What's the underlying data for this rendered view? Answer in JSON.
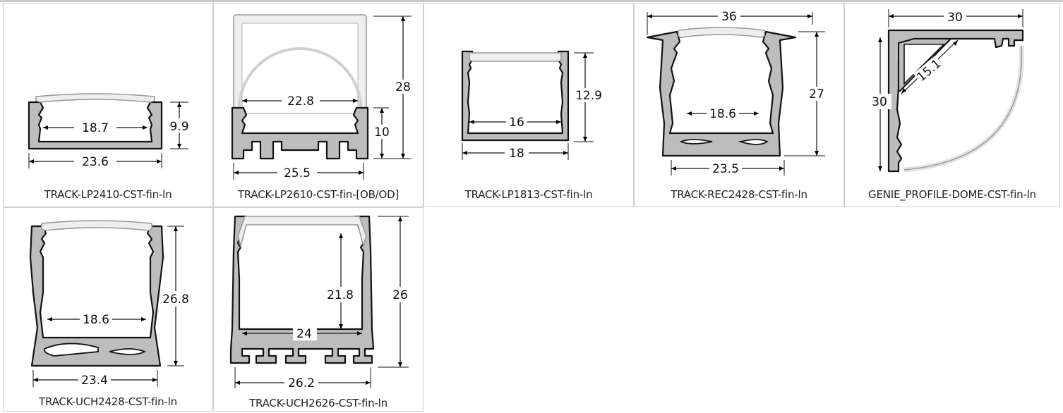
{
  "profiles": [
    {
      "name": "TRACK-LP2410-CST-fin-ln",
      "dims": [
        "18.7",
        "9.9",
        "23.6"
      ]
    },
    {
      "name": "TRACK-LP2610-CST-fin-[OB/OD]",
      "dims": [
        "22.8",
        "28",
        "10",
        "25.5"
      ]
    },
    {
      "name": "TRACK-LP1813-CST-fin-ln",
      "dims": [
        "16",
        "12.9",
        "18"
      ]
    },
    {
      "name": "TRACK-REC2428-CST-fin-ln",
      "dims": [
        "36",
        "27",
        "18.6",
        "23.5"
      ]
    },
    {
      "name": "GENIE_PROFILE-DOME-CST-fin-ln",
      "dims": [
        "30",
        "30",
        "15.1"
      ]
    },
    {
      "name": "TRACK-UCH2428-CST-fin-ln",
      "dims": [
        "26.8",
        "18.6",
        "23.4"
      ]
    },
    {
      "name": "TRACK-UCH2626-CST-fin-ln",
      "dims": [
        "21.8",
        "26",
        "24",
        "26.2"
      ]
    }
  ],
  "colors": {
    "profile_fill": "#bdbdbd",
    "lens_fill": "#eeeeee",
    "outline": "#111111",
    "grid_border": "#cfcfcf"
  }
}
